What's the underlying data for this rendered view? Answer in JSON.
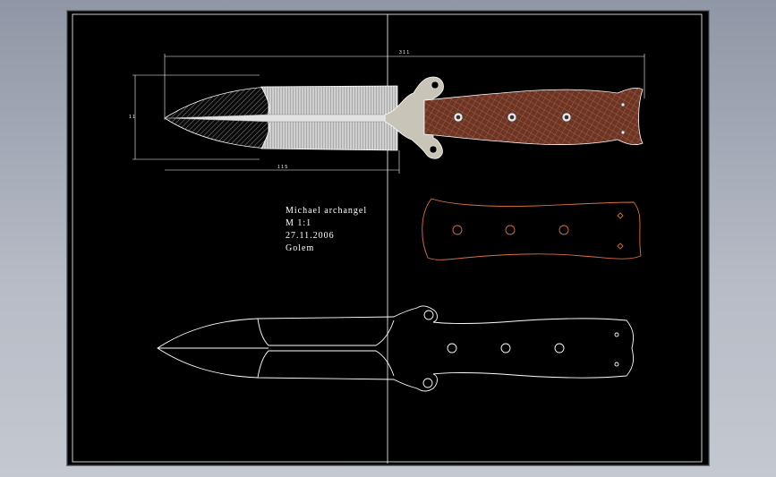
{
  "drawing": {
    "background": "#000000",
    "line_color": "#ffffff",
    "handle_color": "#8a4a32",
    "handle_outline_color": "#d9713f"
  },
  "title_block": {
    "author": "Michael archangel",
    "scale": "M 1:1",
    "date": "27.11.2006",
    "name": "Golem"
  },
  "dimensions": {
    "overall_length": "3 1 1",
    "blade_length": "1 1 5",
    "height": "1 1"
  }
}
